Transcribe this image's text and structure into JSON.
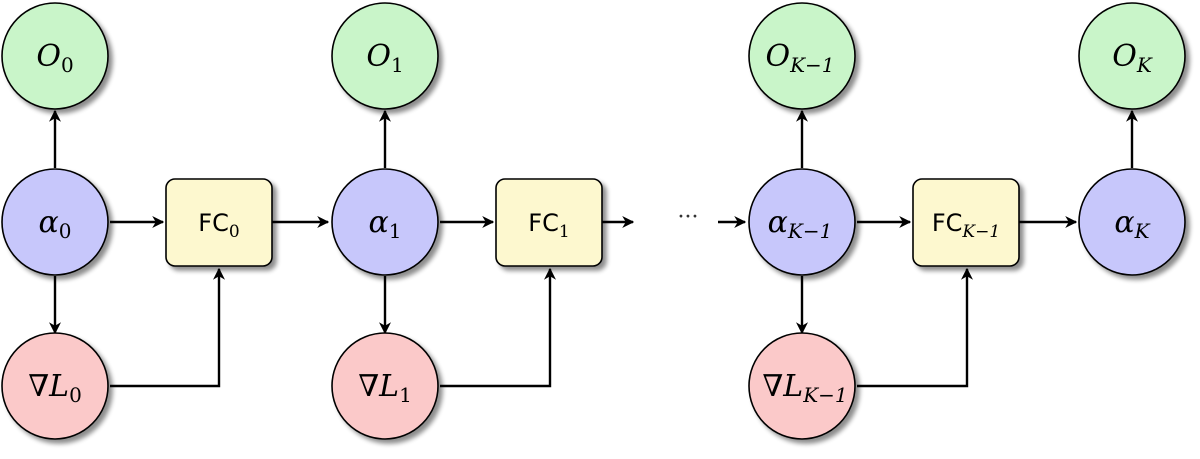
{
  "colors": {
    "output_fill": "#c9f5c9",
    "alpha_fill": "#c7c7fb",
    "grad_fill": "#fbc9c9",
    "fc_fill": "#fdf8cf",
    "stroke": "#000000"
  },
  "ellipsis": "···",
  "stages": [
    {
      "output": {
        "base": "O",
        "sub": "0"
      },
      "alpha": {
        "base": "α",
        "sub": "0"
      },
      "grad": {
        "base": "∇L",
        "sub": "0"
      },
      "fc": {
        "base": "FC",
        "sub": "0"
      }
    },
    {
      "output": {
        "base": "O",
        "sub": "1"
      },
      "alpha": {
        "base": "α",
        "sub": "1"
      },
      "grad": {
        "base": "∇L",
        "sub": "1"
      },
      "fc": {
        "base": "FC",
        "sub": "1"
      }
    },
    {
      "output": {
        "base": "O",
        "sub": "K−1"
      },
      "alpha": {
        "base": "α",
        "sub": "K−1"
      },
      "grad": {
        "base": "∇L",
        "sub": "K−1"
      },
      "fc": {
        "base": "FC",
        "sub": "K−1"
      }
    }
  ],
  "final": {
    "output": {
      "base": "O",
      "sub": "K"
    },
    "alpha": {
      "base": "α",
      "sub": "K"
    }
  }
}
